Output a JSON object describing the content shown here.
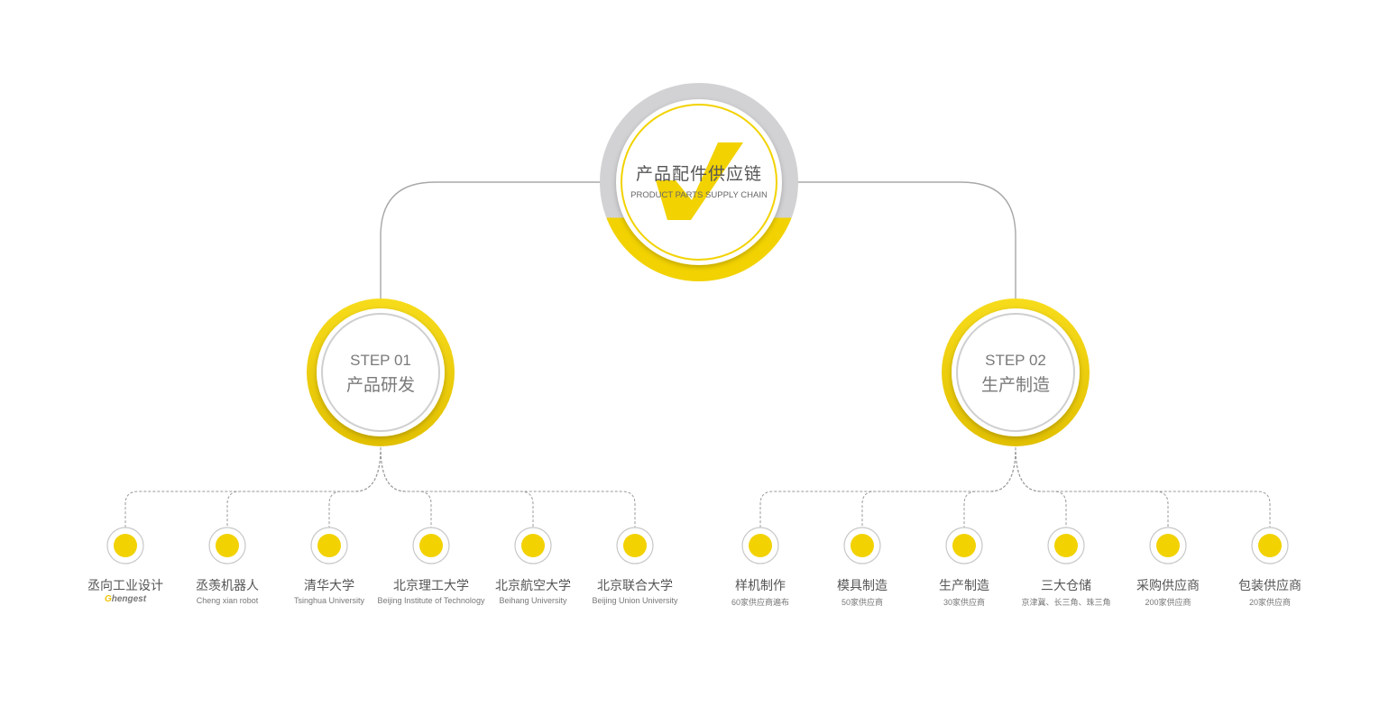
{
  "root": {
    "title": "产品配件供应链",
    "subtitle": "PRODUCT PARTS SUPPLY CHAIN"
  },
  "colors": {
    "accent": "#f2d200",
    "ring_grey": "#d2d2d4",
    "line": "#a8a8a8",
    "dash": "#9a9a9a"
  },
  "steps": [
    {
      "en": "STEP 01",
      "cn": "产品研发",
      "leaves": [
        {
          "name": "丞向工业设计",
          "sub": "",
          "brand_mark": "G",
          "brand_rest": "hengest"
        },
        {
          "name": "丞羡机器人",
          "sub": "Cheng xian robot"
        },
        {
          "name": "清华大学",
          "sub": "Tsinghua University"
        },
        {
          "name": "北京理工大学",
          "sub": "Beijing Institute of Technology"
        },
        {
          "name": "北京航空大学",
          "sub": "Beihang University"
        },
        {
          "name": "北京联合大学",
          "sub": "Beijing Union University"
        }
      ]
    },
    {
      "en": "STEP 02",
      "cn": "生产制造",
      "leaves": [
        {
          "name": "样机制作",
          "sub": "60家供应商遍布"
        },
        {
          "name": "模具制造",
          "sub": "50家供应商"
        },
        {
          "name": "生产制造",
          "sub": "30家供应商"
        },
        {
          "name": "三大仓储",
          "sub": "京津冀、长三角、珠三角"
        },
        {
          "name": "采购供应商",
          "sub": "200家供应商"
        },
        {
          "name": "包装供应商",
          "sub": "20家供应商"
        }
      ]
    }
  ]
}
